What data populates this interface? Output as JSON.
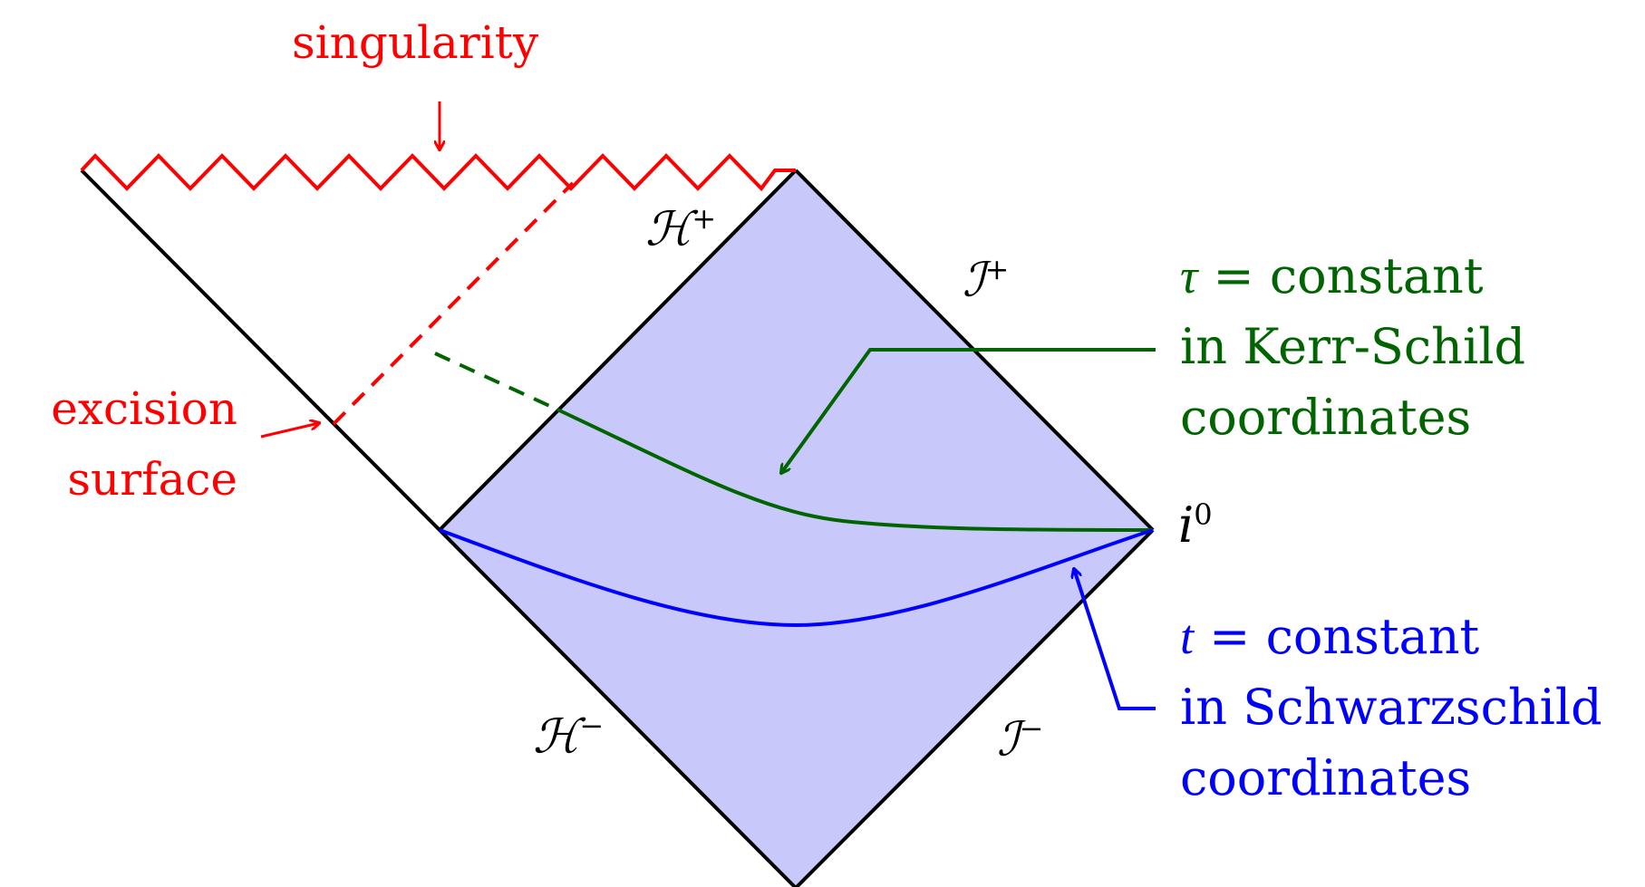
{
  "colors": {
    "red": "#ff0000",
    "green": "#006400",
    "blue": "#0000ff",
    "black": "#000000",
    "fill": "#c8c8fa"
  },
  "labels": {
    "singularity": "singularity",
    "excision_line1": "excision",
    "excision_line2": "surface",
    "h_plus": "ℋ",
    "h_plus_sup": "+",
    "h_minus": "ℋ",
    "h_minus_sup": "−",
    "scri_plus": "ℐ",
    "scri_plus_sup": "+",
    "scri_minus": "ℐ",
    "scri_minus_sup": "−",
    "i0": "i",
    "i0_sup": "0",
    "tau_symbol": "τ",
    "tau_rest": " = constant",
    "tau_line2": "in Kerr-Schild",
    "tau_line3": "coordinates",
    "t_symbol": "t",
    "t_rest": " = constant",
    "t_line2": "in Schwarzschild",
    "t_line3": "coordinates"
  }
}
